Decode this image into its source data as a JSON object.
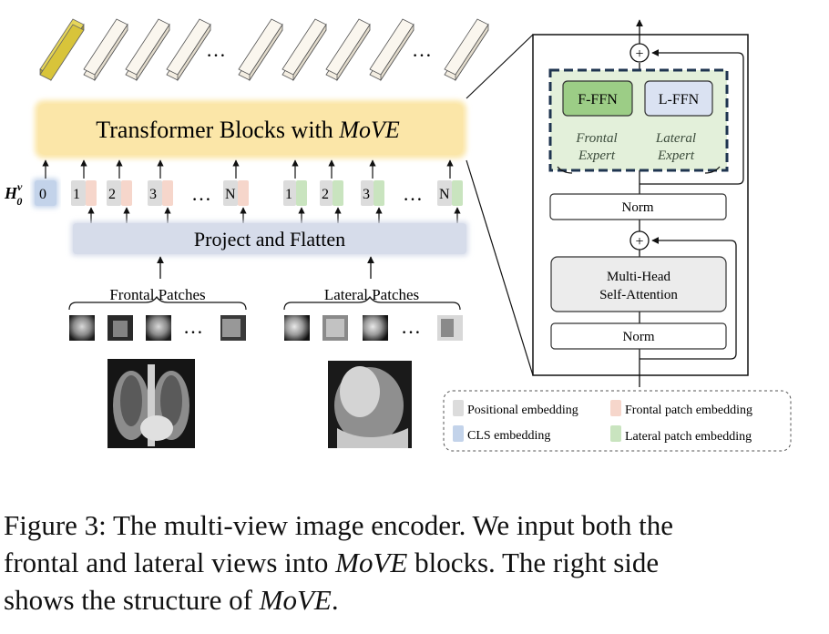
{
  "transformer": {
    "label": "Transformer Blocks with ",
    "label_italic": "MoVE"
  },
  "project_label": "Project and Flatten",
  "h0_label": "H",
  "h0_sup": "v",
  "h0_sub": "0",
  "ellipsis": "…",
  "tokens": {
    "cls": "0",
    "frontal": [
      "1",
      "2",
      "3",
      "N"
    ],
    "lateral": [
      "1",
      "2",
      "3",
      "N"
    ]
  },
  "patches": {
    "frontal_label": "Frontal Patches",
    "lateral_label": "Lateral Patches"
  },
  "move_block": {
    "plus": "+",
    "f_ffn": "F-FFN",
    "l_ffn": "L-FFN",
    "frontal_expert": [
      "Frontal",
      "Expert"
    ],
    "lateral_expert": [
      "Lateral",
      "Expert"
    ],
    "norm_top": "Norm",
    "mhsa": [
      "Multi-Head",
      "Self-Attention"
    ],
    "norm_bottom": "Norm"
  },
  "legend": {
    "positional": "Positional embedding",
    "frontal": "Frontal patch  embedding",
    "cls": "CLS embedding",
    "lateral": "Lateral patch  embedding"
  },
  "caption": {
    "line1": "Figure 3: The multi-view image encoder. We input both the",
    "line2a": "frontal and lateral views into ",
    "line2i": "MoVE",
    "line2b": " blocks. The right side",
    "line3a": "shows the structure of ",
    "line3i": "MoVE",
    "line3b": "."
  },
  "colors": {
    "transformer_fill": "#fbe6a8",
    "project_fill": "#d6dcea",
    "cls_fill": "#c3d3ea",
    "positional_fill": "#dcdcdc",
    "frontal_fill": "#f6d6cb",
    "lateral_fill": "#c9e4bf",
    "expert_box_fill": "#e3f0da",
    "f_ffn_fill": "#9ccd86",
    "l_ffn_fill": "#dae2f2",
    "gold_bar": "#d8c43a"
  }
}
